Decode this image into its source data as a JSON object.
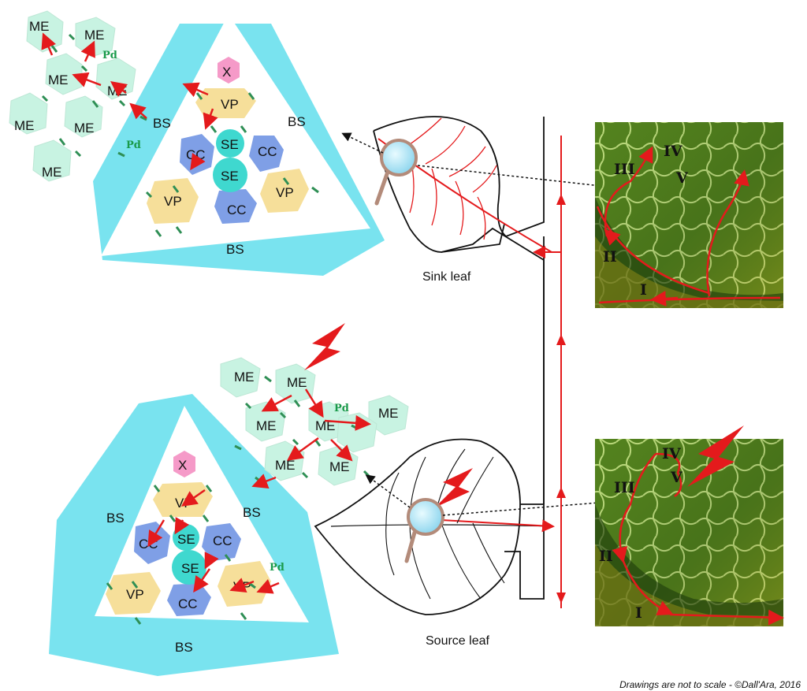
{
  "labels": {
    "me": "ME",
    "pd": "Pd",
    "bs": "BS",
    "x": "X",
    "vp": "VP",
    "se": "SE",
    "cc": "CC"
  },
  "leaves": {
    "sink": "Sink leaf",
    "source": "Source leaf"
  },
  "veins": {
    "i": "I",
    "ii": "II",
    "iii": "III",
    "iv": "IV",
    "v": "V"
  },
  "credit": "Drawings are not to scale - ©Dall'Ara, 2016",
  "colors": {
    "bundle_sheath": "#79e3ef",
    "mesophyll": "#c8f3e2",
    "vascular_parenchyma": "#f6df9a",
    "companion_cell": "#7f9fe6",
    "sieve_element": "#3fd8cf",
    "xylem": "#f59ac8",
    "arrow_red": "#e41a1c",
    "chloroplast": "#2f8f55",
    "leaf_photo_dark": "#1d3a0c",
    "leaf_photo_light": "#6a9a2a"
  }
}
